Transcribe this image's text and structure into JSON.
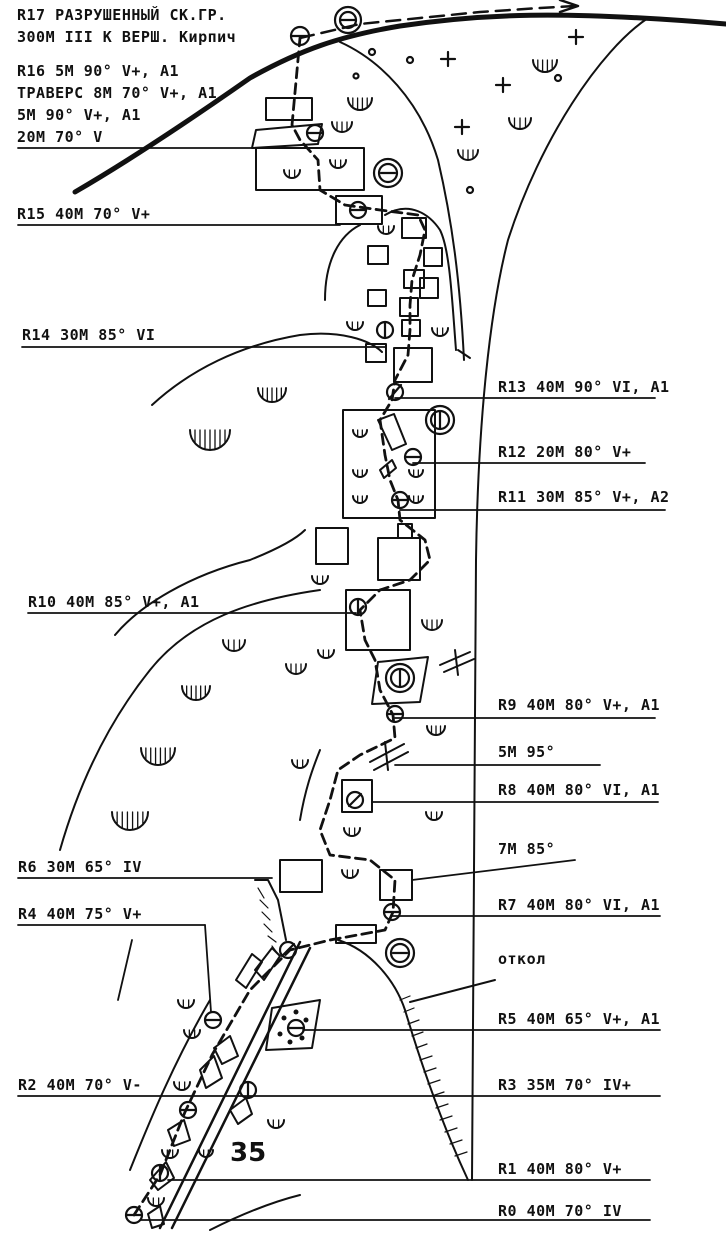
{
  "header": {
    "line1": "R17 РАЗРУШЕННЫЙ СК.ГР.",
    "line2": "300М III К ВЕРШ. Кирпич"
  },
  "left_labels": {
    "r16_a": "R16 5М 90° V+, A1",
    "r16_b": "ТРАВЕРС 8М 70° V+, A1",
    "r16_c": "5М 90° V+, A1",
    "r16_d": "20М 70° V",
    "r15": "R15 40М 70° V+",
    "r14": "R14 30М 85° VI",
    "r10": "R10 40М 85° V+, A1",
    "r6": "R6 30М 65° IV",
    "r4": "R4 40М 75° V+",
    "r2": "R2 40М 70° V-"
  },
  "right_labels": {
    "r13": "R13 40М 90° VI, A1",
    "r12": "R12 20М 80° V+",
    "r11": "R11 30М 85° V+, A2",
    "r9": "R9 40М 80° V+, A1",
    "p5m": "5М 95°",
    "r8": "R8 40М 80° VI, A1",
    "p7m": "7М 85°",
    "r7": "R7 40М 80° VI, A1",
    "otkol": "откол",
    "r5": "R5 40М 65° V+, A1",
    "r3": "R3 35М 70° IV+",
    "r1": "R1 40М 80° V+",
    "r0": "R0 40М 70° IV"
  },
  "route_number": "35",
  "colors": {
    "ink": "#111111",
    "paper": "#ffffff"
  }
}
